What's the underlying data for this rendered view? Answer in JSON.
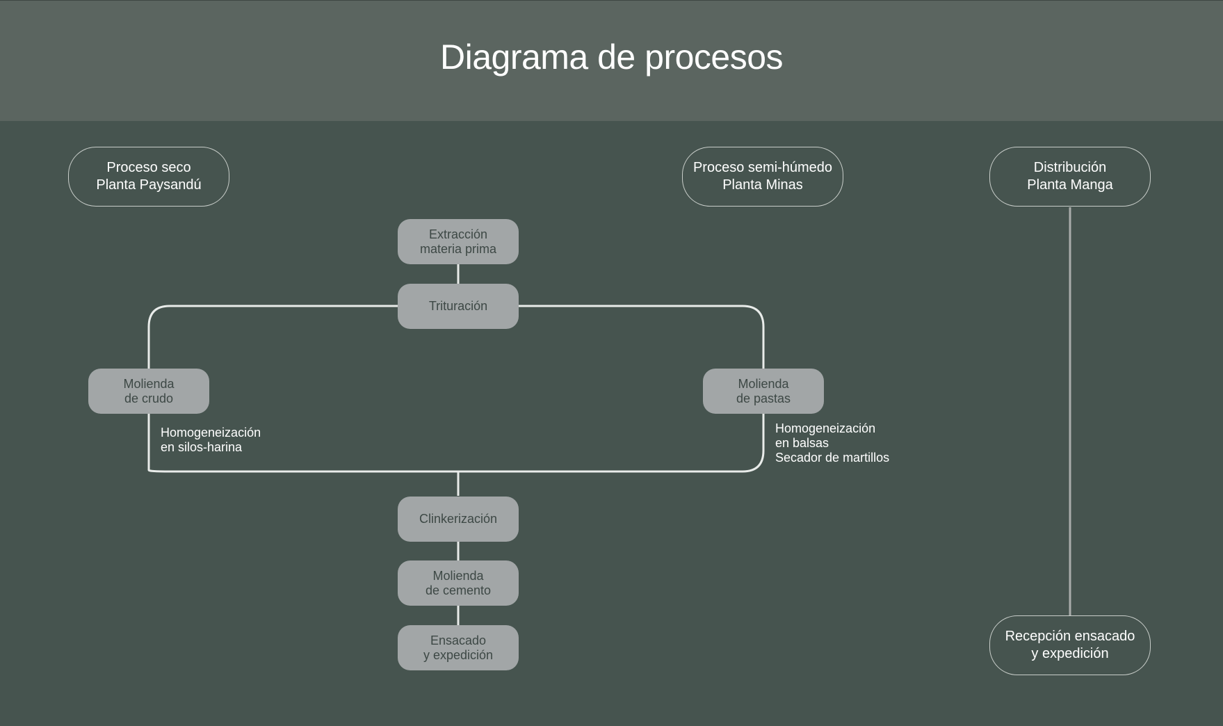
{
  "title": "Diagrama de procesos",
  "headers": {
    "dry": [
      "Proceso seco",
      "Planta Paysandú"
    ],
    "semi": [
      "Proceso semi-húmedo",
      "Planta Minas"
    ],
    "dist": [
      "Distribución",
      "Planta Manga"
    ]
  },
  "steps": {
    "extraccion": [
      "Extracción",
      "materia prima"
    ],
    "trituracion": [
      "Trituración"
    ],
    "molienda_crudo": [
      "Molienda",
      "de crudo"
    ],
    "molienda_pastas": [
      "Molienda",
      "de pastas"
    ],
    "clinkerizacion": [
      "Clinkerización"
    ],
    "molienda_cemento": [
      "Molienda",
      "de cemento"
    ],
    "ensacado": [
      "Ensacado",
      "y expedición"
    ]
  },
  "notes": {
    "dry": [
      "Homogeneización",
      "en silos-harina"
    ],
    "semi": [
      "Homogeneización",
      "en balsas",
      "Secador de martillos"
    ]
  },
  "distribution_end": [
    "Recepción ensacado",
    "y expedición"
  ],
  "colors": {
    "header_bg": "#5b6560",
    "body_bg": "#46544f",
    "step_fill": "#a2a6a7",
    "connector": "#e9ecea"
  }
}
